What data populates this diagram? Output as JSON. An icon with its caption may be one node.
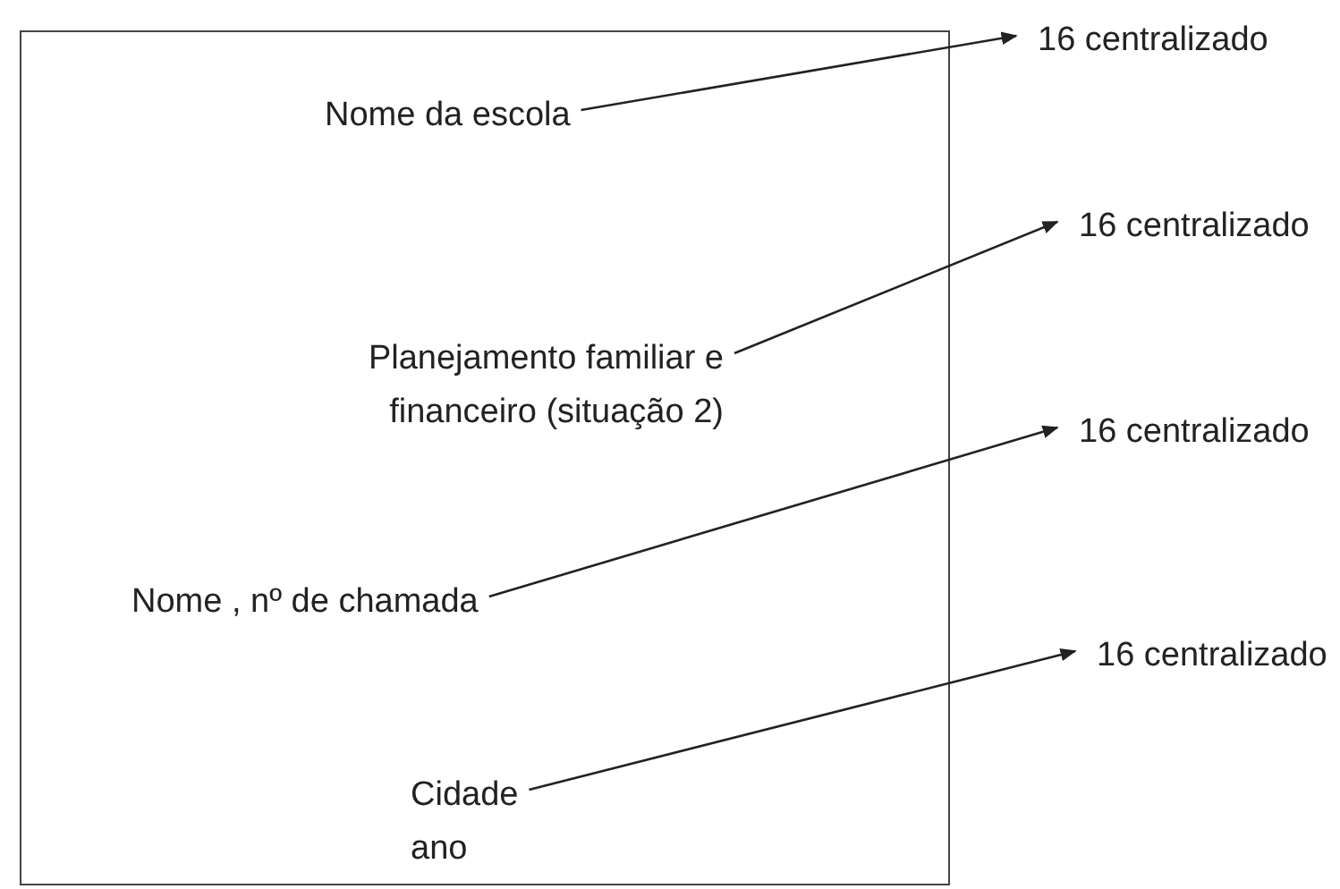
{
  "diagram": {
    "nodes": [
      {
        "text": [],
        "shape": "box"
      },
      {
        "text": [
          "Nome da escola"
        ],
        "in": 0
      },
      {
        "text": [
          "16 centralizado"
        ]
      },
      {
        "text": [
          "Planejamento familiar e financeiro (situação 2)"
        ],
        "in": 0
      },
      {
        "text": [
          "16 centralizado"
        ]
      },
      {
        "text": [
          "Nome , nº de chamada"
        ],
        "in": 0
      },
      {
        "text": [
          "16 centralizado"
        ]
      },
      {
        "text": [
          "Cidade ano"
        ],
        "in": 0
      },
      {
        "text": [
          "16 centralizado"
        ]
      }
    ],
    "edges": [
      {
        "from": 1,
        "to": 2,
        "arrow": "to"
      },
      {
        "from": 3,
        "to": 4,
        "arrow": "to"
      },
      {
        "from": 5,
        "to": 6,
        "arrow": "to"
      },
      {
        "from": 7,
        "to": 8,
        "arrow": "to"
      }
    ]
  }
}
